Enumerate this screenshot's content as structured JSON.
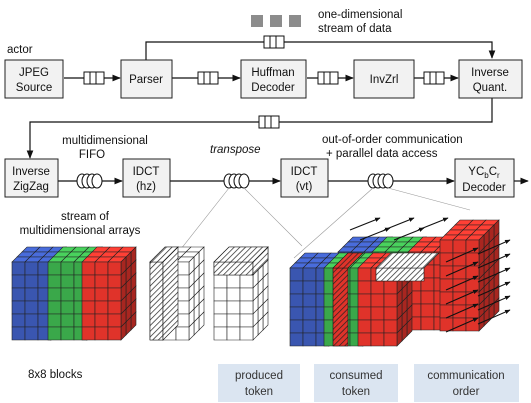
{
  "labels": {
    "actor": "actor",
    "one_dim_stream": [
      "one-dimensional",
      "stream of data"
    ],
    "multidim_fifo": [
      "multidimensional",
      "FIFO"
    ],
    "transpose": "transpose",
    "out_of_order": [
      "out-of-order communication",
      "+ parallel data access"
    ],
    "stream_arrays": [
      "stream of",
      "multidimensional arrays"
    ],
    "blocks": "8x8 blocks"
  },
  "actors": {
    "jpeg_source": [
      "JPEG",
      "Source"
    ],
    "parser": [
      "Parser"
    ],
    "huffman": [
      "Huffman",
      "Decoder"
    ],
    "invzrl": [
      "InvZrl"
    ],
    "inverse_quant": [
      "Inverse",
      "Quant."
    ],
    "inverse_zigzag": [
      "Inverse",
      "ZigZag"
    ],
    "idct_hz": [
      "IDCT",
      "(hz)"
    ],
    "idct_vt": [
      "IDCT",
      "(vt)"
    ],
    "ycbcr": [
      "YC",
      "b",
      "C",
      "r",
      "Decoder"
    ]
  },
  "captions": {
    "produced": [
      "produced",
      "token"
    ],
    "consumed": [
      "consumed",
      "token"
    ],
    "communication": [
      "communication",
      "order"
    ]
  },
  "colors": {
    "blue": "#3a56b0",
    "green": "#3aa84a",
    "red": "#e0332a",
    "caption_bg": "#dbe5f1",
    "actor_fill": "#f2f2f2"
  }
}
